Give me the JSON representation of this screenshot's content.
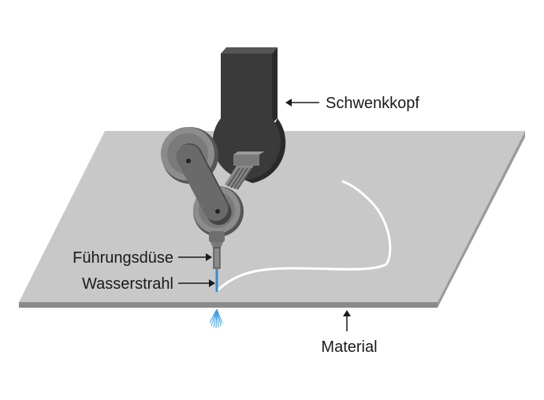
{
  "labels": {
    "swivel_head": "Schwenkkopf",
    "guide_nozzle": "Führungsdüse",
    "water_jet": "Wasserstrahl",
    "material": "Material"
  },
  "colors": {
    "plate_top": "#c8c8c8",
    "plate_edge": "#8a8a8a",
    "head_dark": "#3a3a3a",
    "arm_gray": "#707070",
    "jet_blue": "#2e8ed8",
    "cut_line": "#ffffff"
  }
}
